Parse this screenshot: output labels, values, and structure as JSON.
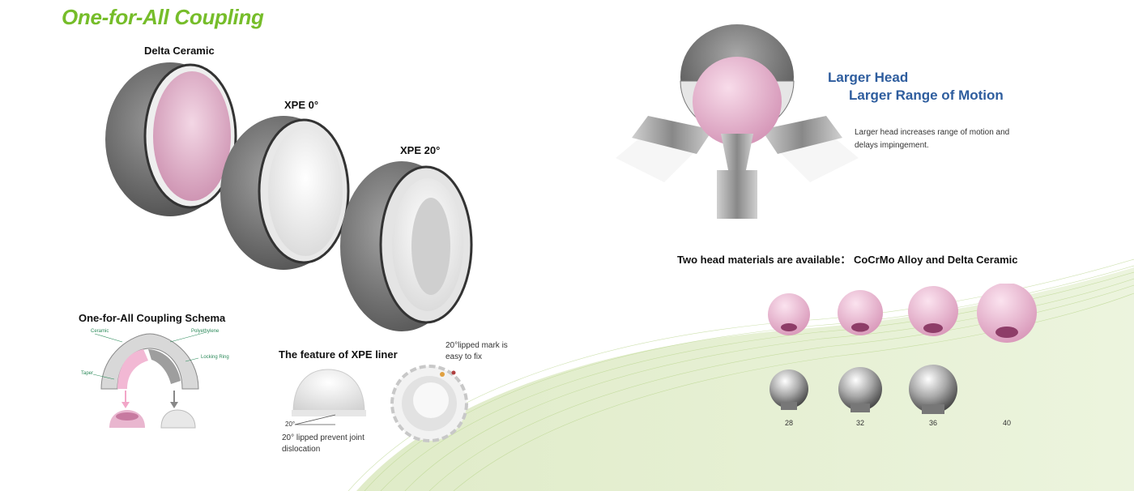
{
  "title": "One-for-All Coupling",
  "cups": {
    "delta": "Delta Ceramic",
    "xpe0": "XPE 0°",
    "xpe20": "XPE 20°"
  },
  "schema": {
    "heading": "One-for-All Coupling Schema",
    "labels": {
      "ceramic": "Ceramic",
      "polyethylene": "Polyethylene",
      "locking_ring": "Locking Ring",
      "taper": "Taper"
    }
  },
  "xpe_feature": {
    "heading": "The  feature of XPE liner",
    "angle": "20°",
    "lip_caption": "20° lipped prevent joint dislocation",
    "mark_caption": "20°lipped mark is easy to fix"
  },
  "motion": {
    "heading1": "Larger Head",
    "heading2": "Larger Range of Motion",
    "description": "Larger head increases range of motion and delays impingement."
  },
  "heads": {
    "heading": "Two head materials are available： CoCrMo  Alloy and Delta Ceramic",
    "sizes": [
      "28",
      "32",
      "36",
      "40"
    ]
  },
  "colors": {
    "title_green": "#76bd2a",
    "heading_blue": "#2e5d9e",
    "ceramic_pink": "#e9b6cf",
    "swoosh_green": "#b9d58c"
  }
}
